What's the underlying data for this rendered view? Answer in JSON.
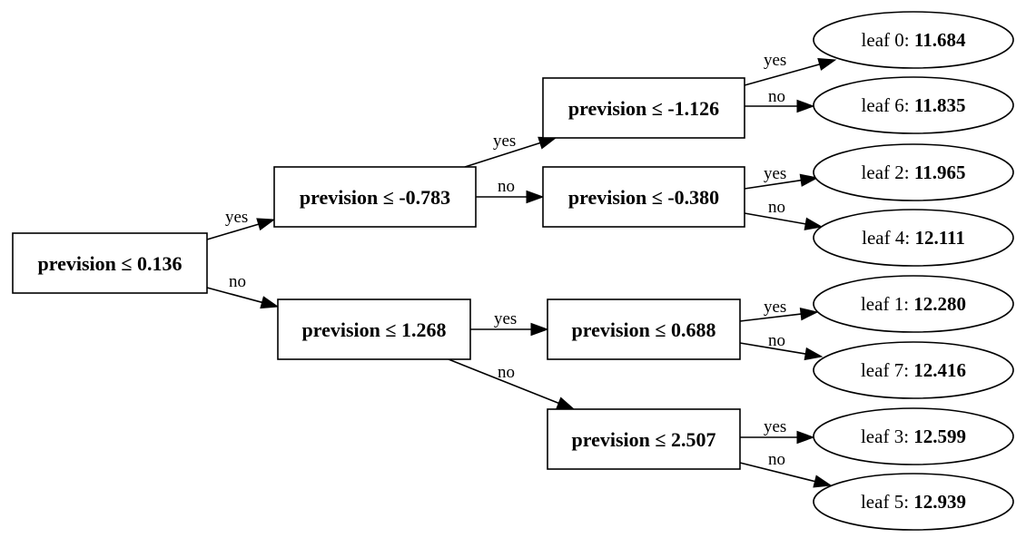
{
  "tree": {
    "splits": [
      {
        "id": "n0",
        "feature": "prevision",
        "op": "≤",
        "threshold": "0.136"
      },
      {
        "id": "n1",
        "feature": "prevision",
        "op": "≤",
        "threshold": "-0.783"
      },
      {
        "id": "n2",
        "feature": "prevision",
        "op": "≤",
        "threshold": "1.268"
      },
      {
        "id": "n3",
        "feature": "prevision",
        "op": "≤",
        "threshold": "-1.126"
      },
      {
        "id": "n4",
        "feature": "prevision",
        "op": "≤",
        "threshold": "-0.380"
      },
      {
        "id": "n5",
        "feature": "prevision",
        "op": "≤",
        "threshold": "0.688"
      },
      {
        "id": "n6",
        "feature": "prevision",
        "op": "≤",
        "threshold": "2.507"
      }
    ],
    "leaves": [
      {
        "id": "l0",
        "label": "leaf 0:",
        "value": "11.684"
      },
      {
        "id": "l6",
        "label": "leaf 6:",
        "value": "11.835"
      },
      {
        "id": "l2",
        "label": "leaf 2:",
        "value": "11.965"
      },
      {
        "id": "l4",
        "label": "leaf 4:",
        "value": "12.111"
      },
      {
        "id": "l1",
        "label": "leaf 1:",
        "value": "12.280"
      },
      {
        "id": "l7",
        "label": "leaf 7:",
        "value": "12.416"
      },
      {
        "id": "l3",
        "label": "leaf 3:",
        "value": "12.599"
      },
      {
        "id": "l5",
        "label": "leaf 5:",
        "value": "12.939"
      }
    ],
    "edges": [
      {
        "from": "n0",
        "to": "n1",
        "label": "yes"
      },
      {
        "from": "n0",
        "to": "n2",
        "label": "no"
      },
      {
        "from": "n1",
        "to": "n3",
        "label": "yes"
      },
      {
        "from": "n1",
        "to": "n4",
        "label": "no"
      },
      {
        "from": "n2",
        "to": "n5",
        "label": "yes"
      },
      {
        "from": "n2",
        "to": "n6",
        "label": "no"
      },
      {
        "from": "n3",
        "to": "l0",
        "label": "yes"
      },
      {
        "from": "n3",
        "to": "l6",
        "label": "no"
      },
      {
        "from": "n4",
        "to": "l2",
        "label": "yes"
      },
      {
        "from": "n4",
        "to": "l4",
        "label": "no"
      },
      {
        "from": "n5",
        "to": "l1",
        "label": "yes"
      },
      {
        "from": "n5",
        "to": "l7",
        "label": "no"
      },
      {
        "from": "n6",
        "to": "l3",
        "label": "yes"
      },
      {
        "from": "n6",
        "to": "l5",
        "label": "no"
      }
    ]
  }
}
